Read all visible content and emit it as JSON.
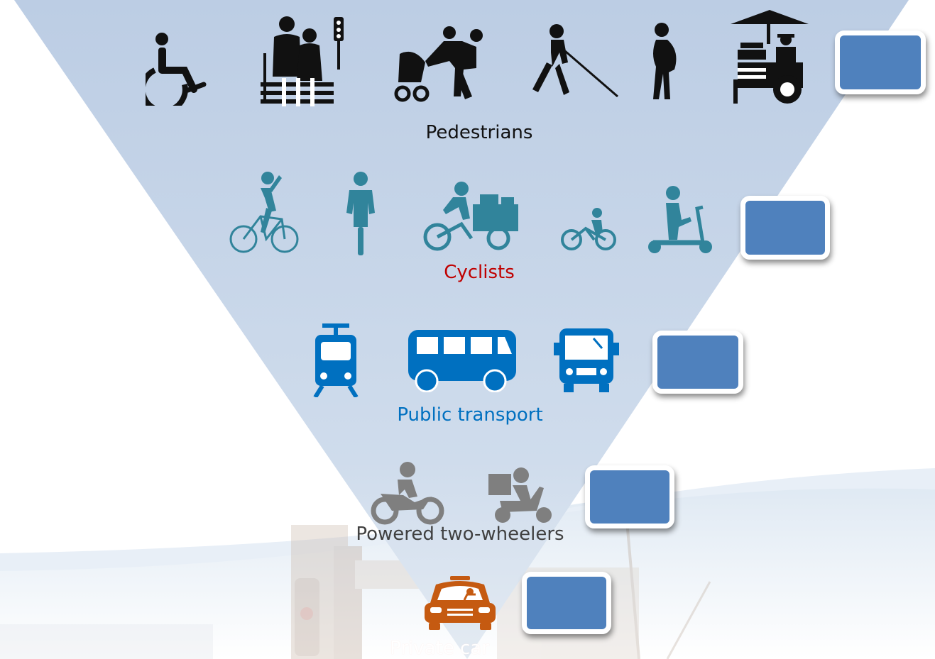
{
  "tiers": [
    {
      "label": "Pedestrians",
      "color": "#111111",
      "icons": [
        "wheelchair-user-icon",
        "elderly-couple-crossing-icon",
        "parent-with-stroller-icon",
        "blind-person-with-cane-icon",
        "pregnant-woman-icon",
        "street-vendor-cart-icon"
      ]
    },
    {
      "label": "Cyclists",
      "color": "#c00000",
      "icons": [
        "cyclist-icon",
        "cyclist-front-icon",
        "cargo-bike-icon",
        "child-bike-icon",
        "kick-scooter-icon"
      ]
    },
    {
      "label": "Public transport",
      "color": "#0070c0",
      "icons": [
        "tram-icon",
        "bus-side-icon",
        "bus-front-icon"
      ]
    },
    {
      "label": "Powered two-wheelers",
      "color": "#404040",
      "icons": [
        "motorcycle-icon",
        "delivery-scooter-icon"
      ]
    },
    {
      "label": "Private car",
      "color": "#ffffff",
      "icons": [
        "car-icon"
      ]
    }
  ],
  "colors": {
    "pyramid": "#b9cde6",
    "box_fill": "#4f81bd",
    "cyclist_icons": "#31849b",
    "transit_icons": "#0070c0",
    "two_wheeler_icons": "#7f7f7f",
    "car_icon": "#c55a11"
  }
}
